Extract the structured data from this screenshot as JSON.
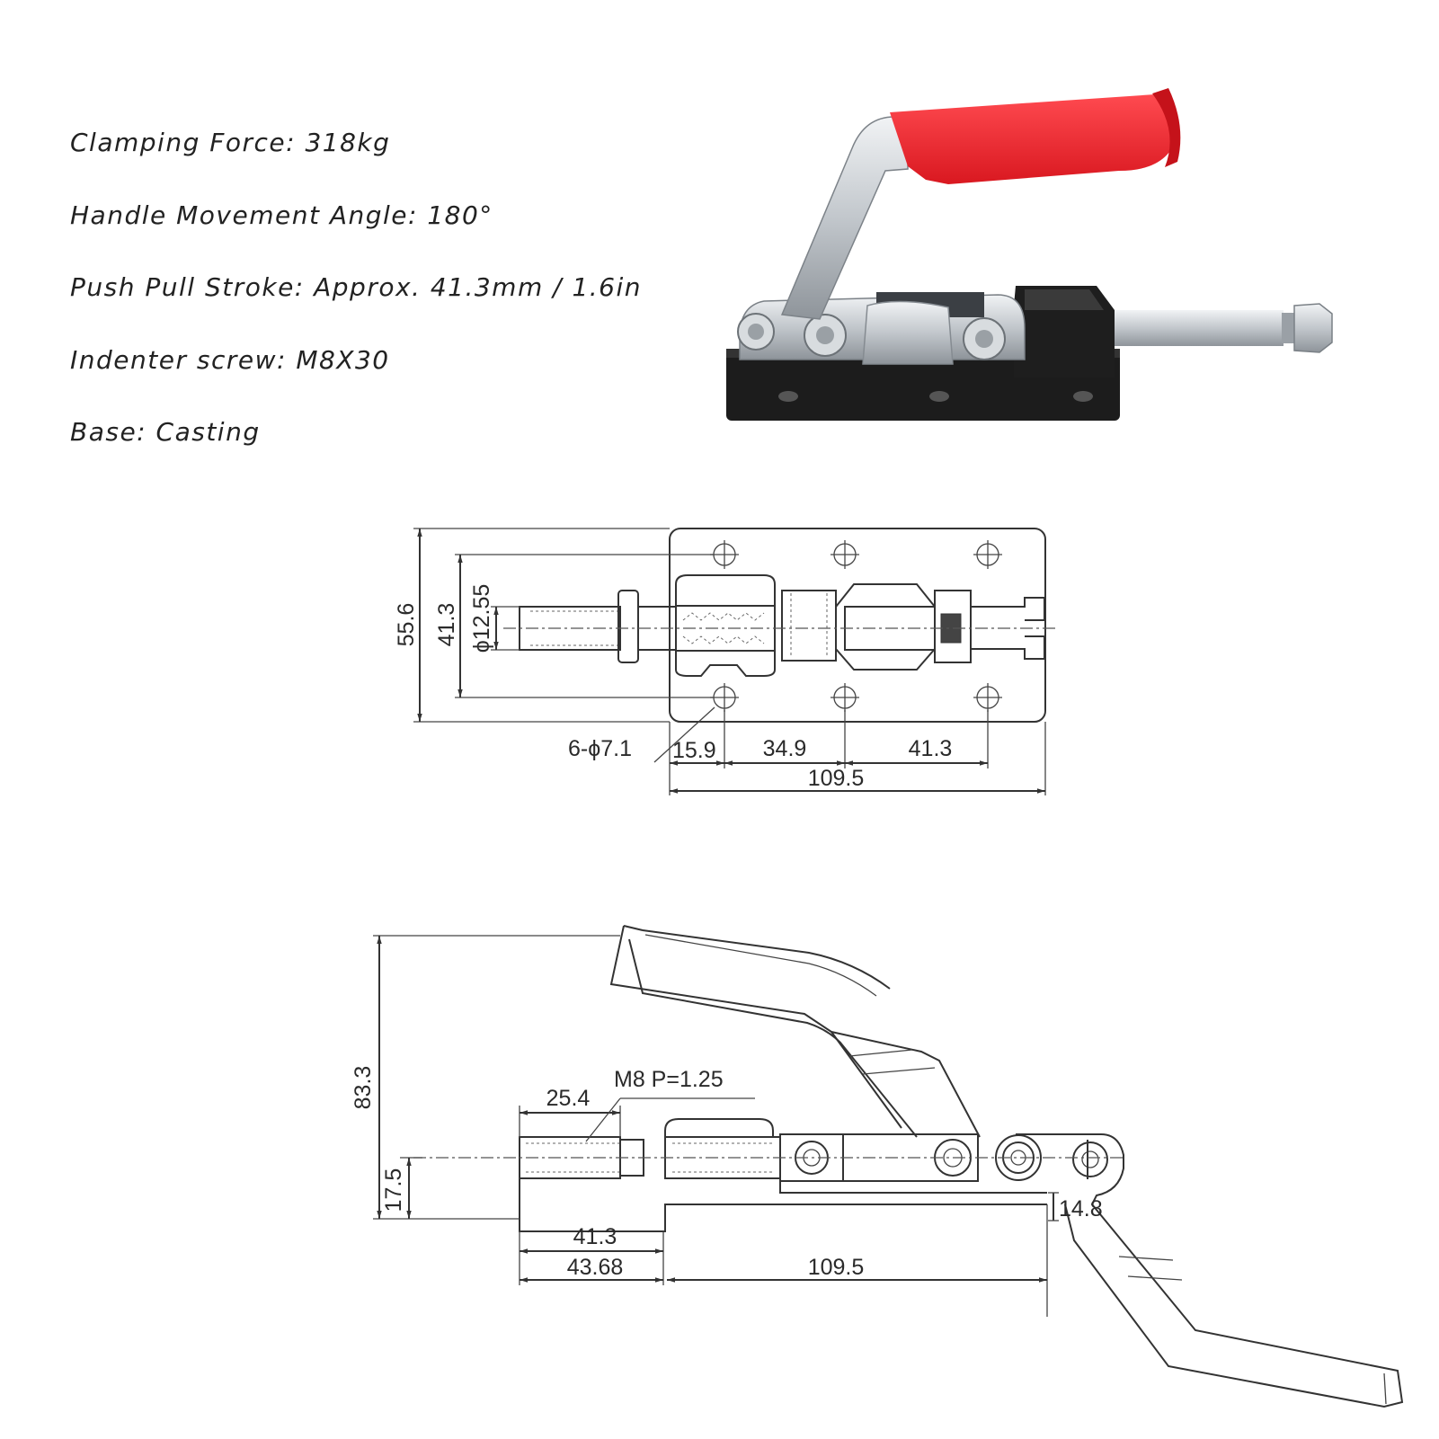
{
  "specs": [
    "Clamping Force: 318kg",
    "Handle Movement Angle: 180°",
    "Push Pull Stroke: Approx. 41.3mm / 1.6in",
    "Indenter screw: M8X30",
    "Base: Casting"
  ],
  "top_view": {
    "dim_overall_height": "55.6",
    "dim_hole_spacing": "41.3",
    "dim_plunger_dia": "ϕ12.55",
    "dim_holes": "6-ϕ7.1",
    "dim_a": "15.9",
    "dim_b": "34.9",
    "dim_c": "41.3",
    "dim_base_length": "109.5"
  },
  "side_view": {
    "dim_total_height": "83.3",
    "dim_axis_height": "17.5",
    "dim_thread_len": "25.4",
    "thread_spec": "M8 P=1.25",
    "dim_stroke": "41.3",
    "dim_extension": "43.68",
    "dim_base_length": "109.5",
    "dim_base_thickness": "14.8"
  },
  "colors": {
    "handle_grip": "#e8202a",
    "base_casting": "#1c1c1c",
    "steel": "#c9cdd1"
  }
}
